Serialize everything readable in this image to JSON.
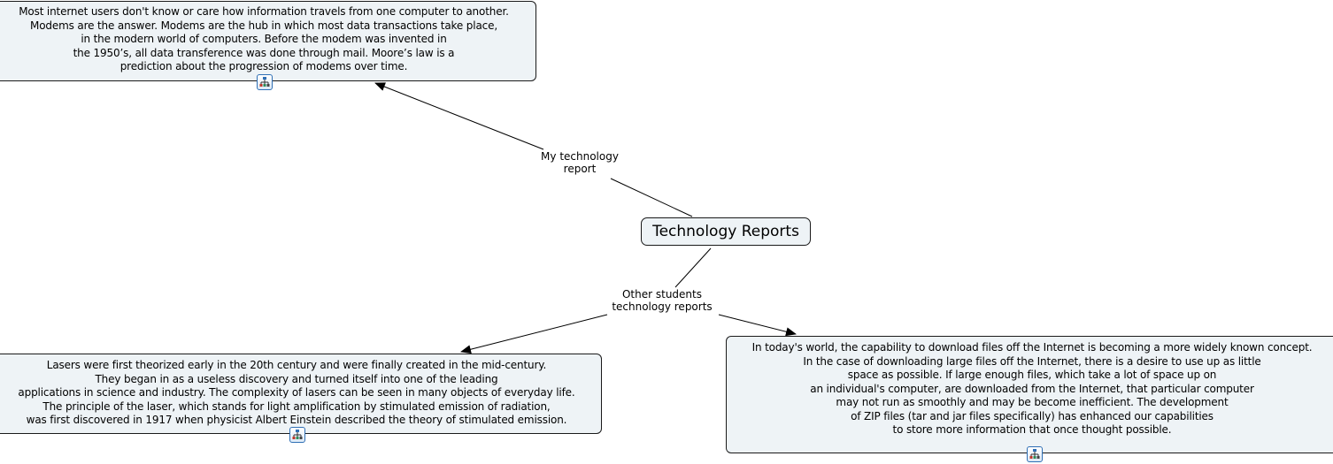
{
  "map": {
    "root": {
      "label": "Technology Reports"
    },
    "links": [
      {
        "label": "My technology\nreport"
      },
      {
        "label": "Other students\ntechnology reports"
      }
    ],
    "concepts": [
      {
        "id": "modems",
        "text": "Most internet users don't know or care how information travels from one computer to another.\nModems are the answer. Modems are the hub in which most data transactions take place,\nin the modern world of computers. Before the modem was invented in\nthe 1950’s, all data transference was done through mail. Moore’s law is a\nprediction about the progression of modems over time.",
        "resource_icon": "resource-hierarchy-icon"
      },
      {
        "id": "lasers",
        "text": "Lasers were first theorized early in the 20th century and were finally created in the mid-century.\nThey began in as a useless discovery and turned itself into one of the leading\napplications in science and industry. The complexity of lasers can be seen in many objects of everyday life.\nThe principle of the laser, which stands for light amplification by stimulated emission of radiation,\nwas first discovered in 1917 when physicist Albert Einstein described the theory of stimulated emission.",
        "resource_icon": "resource-hierarchy-icon"
      },
      {
        "id": "zip",
        "text": "In today's world, the capability to download files off the Internet is becoming a more widely known concept.\nIn the case of downloading large files off the Internet, there is a desire to use up as little\nspace as possible. If large enough files, which take a lot of space up on\nan individual's computer, are downloaded from the Internet, that particular computer\nmay not run as smoothly and may be become inefficient. The development\nof ZIP files (tar and jar files specifically) has enhanced our capabilities\nto store more information that once thought possible.",
        "resource_icon": "resource-hierarchy-icon"
      }
    ],
    "colors": {
      "node_fill": "#eef3f6",
      "node_border": "#1a1a1a",
      "icon_accent": "#2f6fb5"
    }
  }
}
